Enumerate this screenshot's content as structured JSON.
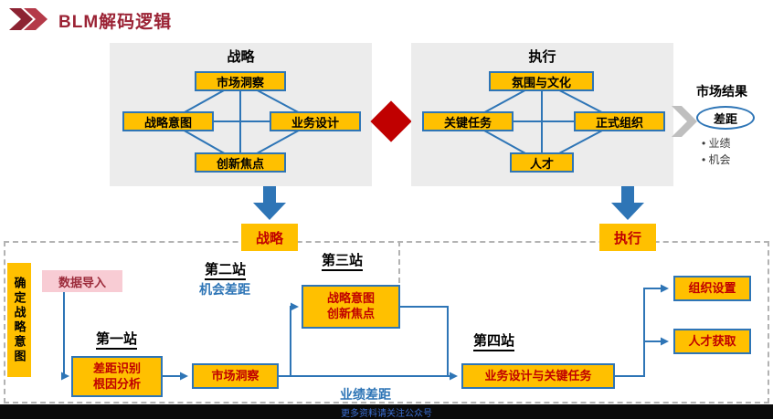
{
  "header": {
    "title": "BLM解码逻辑"
  },
  "strategy_panel": {
    "title": "战略",
    "boxes": {
      "top": "市场洞察",
      "left": "战略意图",
      "right": "业务设计",
      "bottom": "创新焦点"
    }
  },
  "execution_panel": {
    "title": "执行",
    "boxes": {
      "top": "氛围与文化",
      "left": "关键任务",
      "right": "正式组织",
      "bottom": "人才"
    }
  },
  "market_result": {
    "title": "市场结果",
    "gap": "差距",
    "bullets": [
      "业绩",
      "机会"
    ]
  },
  "tags": {
    "strategy": "战略",
    "execution": "执行"
  },
  "flow": {
    "intent_label": "确定战略意图",
    "data_import": "数据导入",
    "station1": {
      "title": "第一站",
      "line1": "差距识别",
      "line2": "根因分析"
    },
    "station2": {
      "title": "第二站",
      "gap": "机会差距"
    },
    "station3": {
      "title": "第三站",
      "line1": "战略意图",
      "line2": "创新焦点"
    },
    "station4": {
      "title": "第四站",
      "box": "业务设计与关键任务"
    },
    "market_insight": "市场洞察",
    "performance_gap": "业绩差距",
    "org_setup": "组织设置",
    "talent": "人才获取"
  },
  "footer": {
    "text": "更多资料请关注公众号"
  },
  "colors": {
    "gold": "#FFC000",
    "blue": "#2E75B6",
    "red": "#C00000",
    "maroon": "#9B2335",
    "pink": "#F8CCD4",
    "panel_gray": "#ECECEC"
  }
}
